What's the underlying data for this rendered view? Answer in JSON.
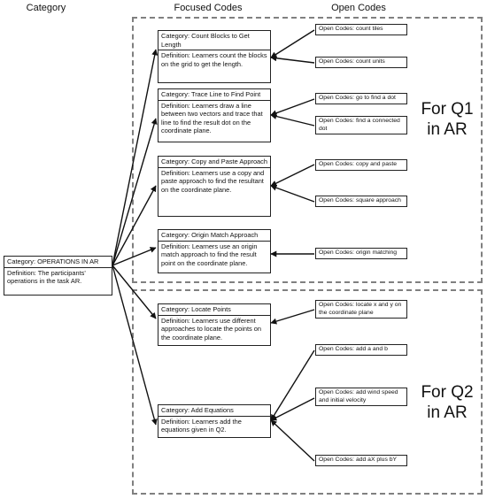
{
  "headers": {
    "category": "Category",
    "focused": "Focused Codes",
    "open": "Open Codes"
  },
  "regions": [
    {
      "label": "For Q1 in AR"
    },
    {
      "label": "For Q2 in AR"
    }
  ],
  "category": {
    "title": "Category: OPERATIONS IN AR",
    "definition": "Definition: The participants' operations in the task AR."
  },
  "focused_codes": [
    {
      "title": "Category: Count Blocks to Get Length",
      "definition": "Definition: Learners count the blocks on the grid to get the length.",
      "open_codes": [
        "Open Codes: count tiles",
        "Open Codes: count units"
      ]
    },
    {
      "title": "Category: Trace Line to Find Point",
      "definition": "Definition: Learners draw a line between two vectors and trace that line to find the result dot on the coordinate plane.",
      "open_codes": [
        "Open Codes: go to find a dot",
        "Open Codes: find a connected dot"
      ]
    },
    {
      "title": "Category: Copy and Paste Approach",
      "definition": "Definition: Learners use a copy and paste approach to find the resultant on the coordinate plane.",
      "open_codes": [
        "Open Codes: copy and paste",
        "Open Codes: square approach"
      ]
    },
    {
      "title": "Category: Origin Match Approach",
      "definition": "Definition: Learners use an origin match approach to find the result point on the coordinate plane.",
      "open_codes": [
        "Open Codes: origin matching"
      ]
    },
    {
      "title": "Category: Locate Points",
      "definition": "Definition: Learners use different approaches to locate the points on the coordinate plane.",
      "open_codes": [
        "Open Codes: locate x and y on the coordinate plane"
      ]
    },
    {
      "title": "Category: Add Equations",
      "definition": "Definition: Learners add the equations given in Q2.",
      "open_codes": [
        "Open Codes: add a and b",
        "Open Codes: add wind speed and initial velocity",
        "Open Codes: add aX plus bY"
      ]
    }
  ]
}
